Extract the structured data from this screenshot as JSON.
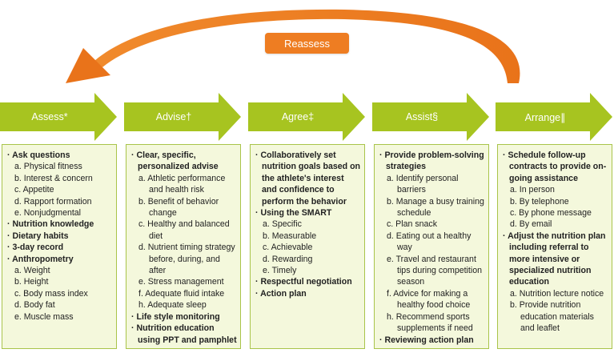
{
  "reassess_label": "Reassess",
  "colors": {
    "arrow_green": "#a7c420",
    "loop_orange": "#ee7d22",
    "panel_bg": "#f4f8dc",
    "panel_border": "#a9c44a"
  },
  "steps": [
    {
      "label": "Assess*"
    },
    {
      "label": "Advise†"
    },
    {
      "label": "Agree‡"
    },
    {
      "label": "Assist§"
    },
    {
      "label": "Arrange∥"
    }
  ],
  "panels": [
    {
      "items": [
        {
          "text": "Ask questions",
          "subs": [
            "a. Physical fitness",
            "b. Interest & concern",
            "c. Appetite",
            "d. Rapport formation",
            "e. Nonjudgmental"
          ]
        },
        {
          "text": "Nutrition knowledge",
          "subs": []
        },
        {
          "text": "Dietary habits",
          "subs": []
        },
        {
          "text": "3-day record",
          "subs": []
        },
        {
          "text": "Anthropometry",
          "subs": [
            "a. Weight",
            "b. Height",
            "c. Body mass index",
            "d. Body fat",
            "e. Muscle mass"
          ]
        }
      ]
    },
    {
      "items": [
        {
          "text": "Clear, specific, personalized advise",
          "subs": [
            "a. Athletic performance and health risk",
            "b. Benefit of behavior change",
            "c. Healthy and balanced diet",
            "d. Nutrient timing strategy before, during, and after",
            "e. Stress management",
            "f. Adequate fluid intake",
            "h. Adequate sleep"
          ]
        },
        {
          "text": "Life style monitoring",
          "subs": []
        },
        {
          "text": "Nutrition education using PPT and pamphlet",
          "subs": []
        }
      ]
    },
    {
      "items": [
        {
          "text": "Collaboratively set nutrition goals based on the athlete's interest and confidence to perform the behavior",
          "subs": []
        },
        {
          "text": "Using the SMART",
          "subs": [
            "a. Specific",
            "b. Measurable",
            "c. Achievable",
            "d. Rewarding",
            "e. Timely"
          ]
        },
        {
          "text": "Respectful negotiation",
          "subs": []
        },
        {
          "text": "Action plan",
          "subs": []
        }
      ]
    },
    {
      "items": [
        {
          "text": "Provide problem-solving strategies",
          "subs": [
            "a. Identify personal barriers",
            "b. Manage a busy training schedule",
            "c. Plan snack",
            "d. Eating out a healthy way",
            "e. Travel and restaurant tips during competition season",
            "f. Advice for making a healthy food choice",
            "h. Recommend sports supplements if need"
          ]
        },
        {
          "text": "Reviewing action plan",
          "subs": []
        }
      ]
    },
    {
      "items": [
        {
          "text": "Schedule follow-up contracts to provide on-going assistance",
          "subs": [
            "a. In person",
            "b. By telephone",
            "c. By phone message",
            "d. By email"
          ]
        },
        {
          "text": "Adjust the nutrition plan including referral to more intensive or specialized nutrition education",
          "subs": [
            "a. Nutrition lecture notice",
            "b. Provide nutrition education materials and leaflet"
          ]
        }
      ]
    }
  ]
}
